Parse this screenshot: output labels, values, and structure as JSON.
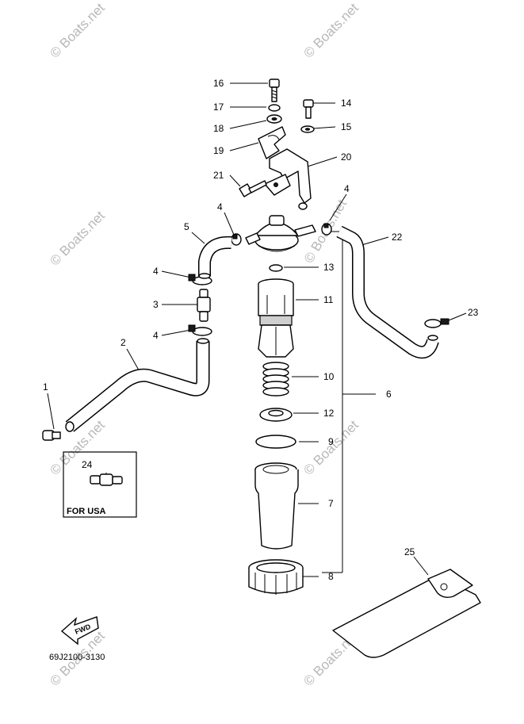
{
  "diagram": {
    "callouts": [
      "1",
      "2",
      "3",
      "4",
      "5",
      "6",
      "7",
      "8",
      "9",
      "10",
      "11",
      "12",
      "13",
      "14",
      "15",
      "16",
      "17",
      "18",
      "19",
      "20",
      "21",
      "22",
      "23",
      "24",
      "25"
    ],
    "inset_label": "FOR USA",
    "drawing_code": "69J2100-3130",
    "direction_marker": "FWD",
    "watermark": "© Boats.net"
  }
}
